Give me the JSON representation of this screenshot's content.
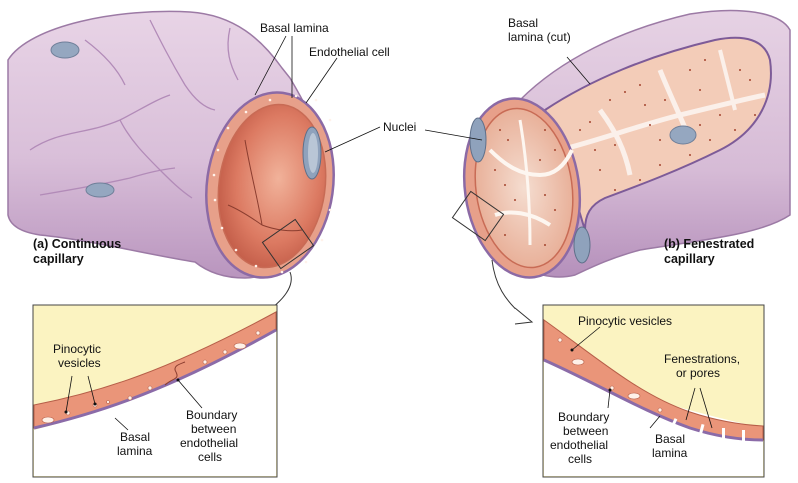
{
  "labels": {
    "basal_lamina_top": "Basal lamina",
    "endothelial_cell": "Endothelial cell",
    "nuclei": "Nuclei",
    "basal_lamina_cut_1": "Basal",
    "basal_lamina_cut_2": "lamina (cut)",
    "continuous_1": "(a) Continuous",
    "continuous_2": "capillary",
    "fenestrated_1": "(b) Fenestrated",
    "fenestrated_2": "capillary",
    "left_pinocytic_1": "Pinocytic",
    "left_pinocytic_2": "vesicles",
    "left_basal_1": "Basal",
    "left_basal_2": "lamina",
    "left_boundary_1": "Boundary",
    "left_boundary_2": "between",
    "left_boundary_3": "endothelial",
    "left_boundary_4": "cells",
    "right_pinocytic": "Pinocytic vesicles",
    "fenestrations_1": "Fenestrations,",
    "fenestrations_2": "or pores",
    "right_boundary_1": "Boundary",
    "right_boundary_2": "between",
    "right_boundary_3": "endothelial",
    "right_boundary_4": "cells",
    "right_basal_1": "Basal",
    "right_basal_2": "lamina"
  },
  "colors": {
    "tube_outer": "#dcc3dd",
    "tube_lines": "#b58fbd",
    "lumen": "#d9745e",
    "endothelium": "#ee9a80",
    "nucleus": "#8b9db8",
    "inset_bg": "#fbf3c1",
    "inset_wall": "#ea9579",
    "basal_lamina": "#8b6ba8"
  }
}
